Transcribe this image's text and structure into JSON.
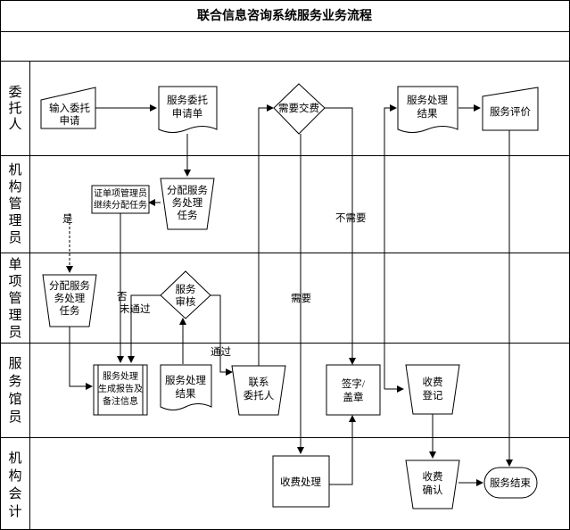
{
  "title": "联合信息咨询系统服务业务流程",
  "lanes": [
    {
      "id": "client",
      "chars": [
        "委",
        "托",
        "人"
      ]
    },
    {
      "id": "agency_mgr",
      "chars": [
        "机",
        "构",
        "管",
        "理",
        "员"
      ]
    },
    {
      "id": "item_mgr",
      "chars": [
        "单",
        "项",
        "管",
        "理",
        "员"
      ]
    },
    {
      "id": "staff",
      "chars": [
        "服",
        "务",
        "馆",
        "员"
      ]
    },
    {
      "id": "accountant",
      "chars": [
        "机",
        "构",
        "会",
        "计"
      ]
    }
  ],
  "nodes": {
    "input_entrust": [
      "输入委托",
      "申请"
    ],
    "service_request": [
      "服务委托",
      "申请单"
    ],
    "need_fee": [
      "需要交费"
    ],
    "result_doc_top": [
      "服务处理",
      "结果"
    ],
    "service_eval": [
      "服务评价"
    ],
    "assign_agency": [
      "分配服务",
      "务处理",
      "任务"
    ],
    "cert_mgr": [
      "证单项管理员",
      "继续分配任务"
    ],
    "assign_item": [
      "分配服务",
      "务处理",
      "任务"
    ],
    "review": [
      "服务",
      "审核"
    ],
    "gen_report": [
      "服务处理",
      "生成报告及",
      "备注信息"
    ],
    "result_doc_staff": [
      "服务处理",
      "结果"
    ],
    "contact_client": [
      "联系",
      "委托人"
    ],
    "sign_seal": [
      "签字/",
      "盖章"
    ],
    "fee_register": [
      "收费",
      "登记"
    ],
    "fee_process": [
      "收费处理"
    ],
    "fee_confirm": [
      "收费",
      "确认"
    ],
    "service_end": [
      "服务结束"
    ]
  },
  "edge_labels": {
    "yes": "是",
    "no_not_passed": [
      "否",
      "未通过"
    ],
    "passed": "通过",
    "not_needed": "不需要",
    "needed": "需要"
  }
}
